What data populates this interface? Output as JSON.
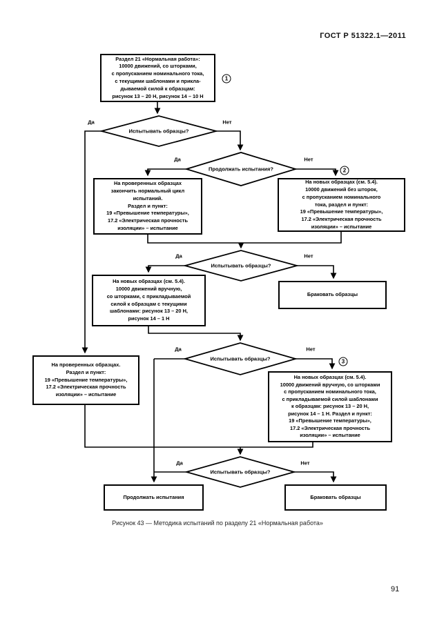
{
  "page": {
    "header": "ГОСТ Р 51322.1—2011",
    "caption": "Рисунок 43 — Методика испытаний по разделу 21 «Нормальная работа»",
    "page_number": "91"
  },
  "colors": {
    "ink": "#000000",
    "paper": "#ffffff"
  },
  "flowchart": {
    "labels": {
      "yes": "Да",
      "no": "Нет"
    },
    "markers": {
      "m1": "1",
      "m2": "2",
      "m3": "3"
    },
    "start_box": "Раздел 21 «Нормальная работа»:\n10000 движений, со шторками,\nс пропусканием номинального тока,\nс текущими шаблонами и прикла-\nдываемой силой к образцам:\nрисунок 13 – 20 Н, рисунок 14 – 10 Н",
    "decision_1": "Испытывать образцы?",
    "decision_2": "Продолжать испытания?",
    "decision_3": "Испытывать образцы?",
    "decision_4": "Испытывать образцы?",
    "decision_5": "Испытывать образцы?",
    "box_finish_cycle": "На проверенных образцах\nзакончить нормальный цикл\nиспытаний.\nРаздел и пункт:\n19 «Превышение температуры»,\n17.2 «Электрическая прочность\nизоляции» – испытание",
    "box_new_without_shutters": "На новых образцах (см. 5.4).\n10000 движений без шторок,\nс пропусканием номинального\nтока, раздел и пункт:\n19 «Превышение температуры»,\n17.2 «Электрическая прочность\nизоляции» – испытание",
    "box_new_manual": "На новых образцах (см. 5.4).\n10000 движений вручную,\nсо шторками, с прикладываемой\nсилой к образцам с текущими\nшаблонами: рисунок 13 – 20 Н,\nрисунок 14 – 1 Н",
    "box_reject_first": "Браковать образцы",
    "box_tested_samples": "На проверенных образцах.\nРаздел и пункт:\n19 «Превышение температуры»,\n17.2 «Электрическая прочность\nизоляции» – испытание",
    "box_new_manual_with_shutters": "На новых образцах (см. 5.4).\n10000 движений вручную, со шторками\nс пропусканием номинального тока,\nс прикладываемой силой шаблонами\nк образцам: рисунок 13 – 20 Н,\nрисунок 14 – 1 Н. Раздел и пункт:\n19 «Превышение температуры»,\n17.2 «Электрическая прочность\nизоляции» – испытание",
    "box_continue_tests": "Продолжать испытания",
    "box_reject_second": "Браковать образцы"
  }
}
